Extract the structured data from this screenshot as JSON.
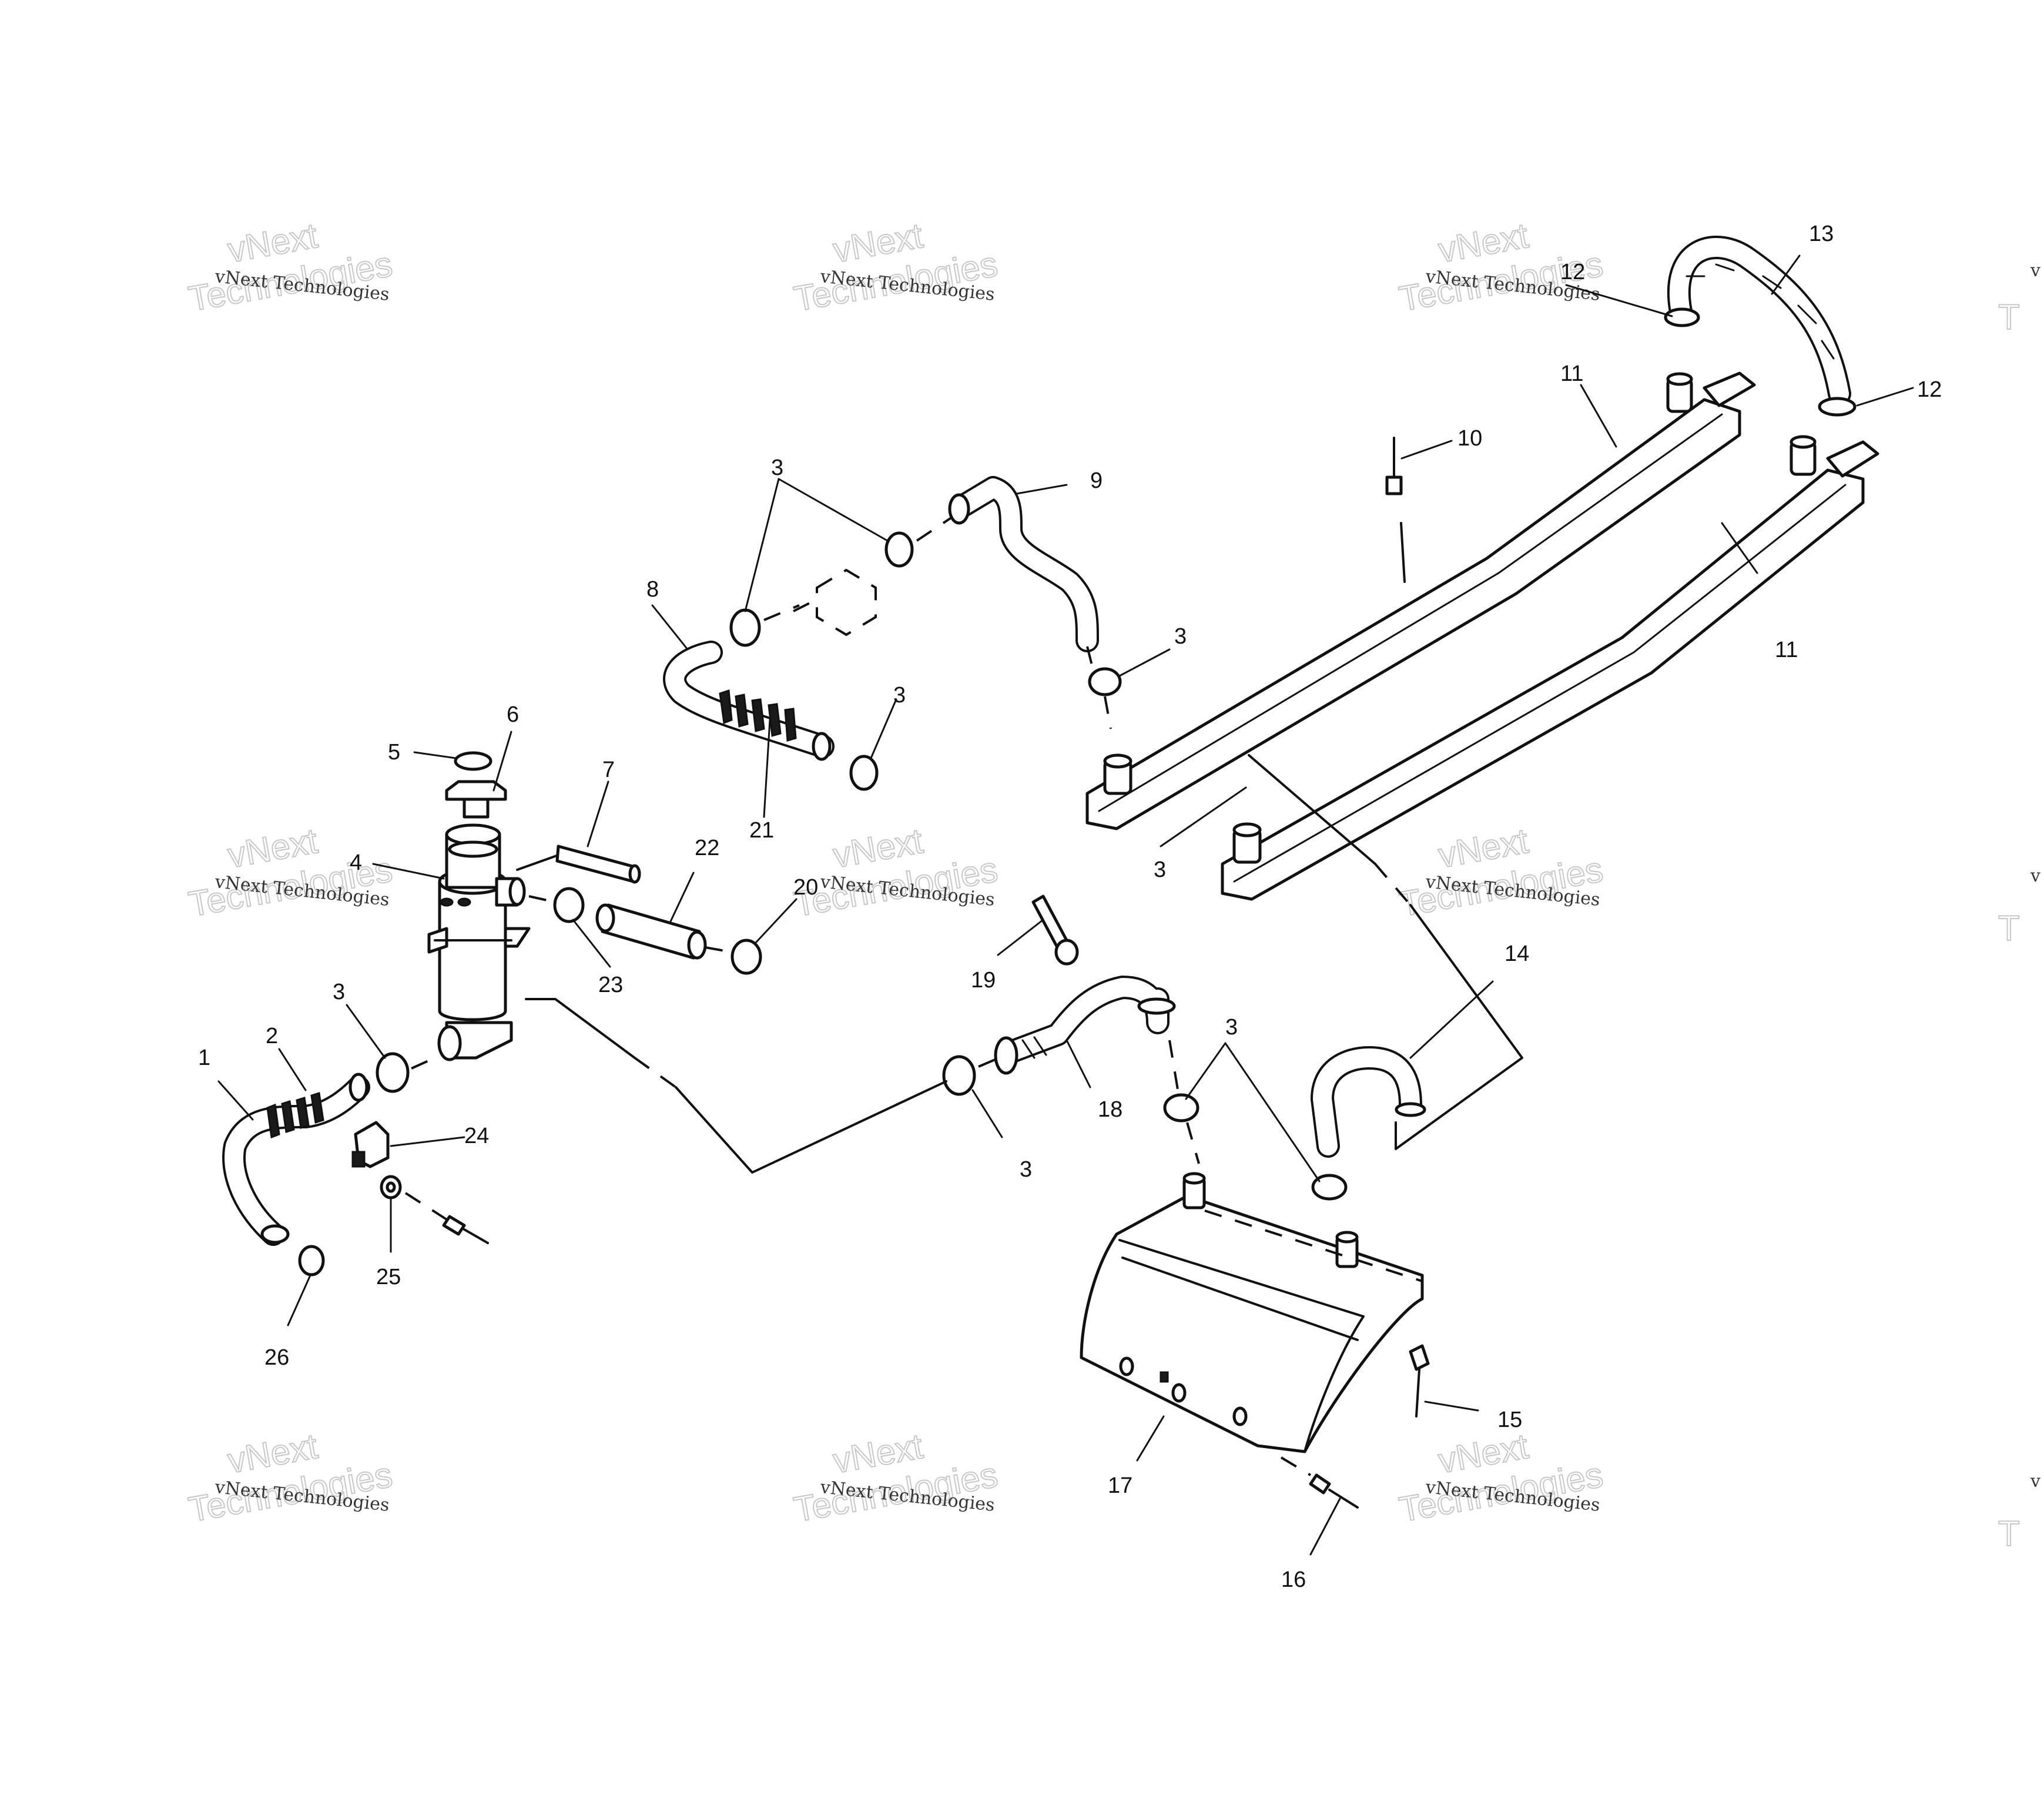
{
  "watermark": {
    "small": "vNext Technologies",
    "large_top": "vNext",
    "large_bottom": "Technologies"
  },
  "callouts": {
    "c1": "1",
    "c2": "2",
    "c3": "3",
    "c4": "4",
    "c5": "5",
    "c6": "6",
    "c7": "7",
    "c8": "8",
    "c9": "9",
    "c10": "10",
    "c11": "11",
    "c12": "12",
    "c13": "13",
    "c14": "14",
    "c15": "15",
    "c16": "16",
    "c17": "17",
    "c18": "18",
    "c19": "19",
    "c20": "20",
    "c21": "21",
    "c22": "22",
    "c23": "23",
    "c24": "24",
    "c25": "25",
    "c26": "26"
  }
}
